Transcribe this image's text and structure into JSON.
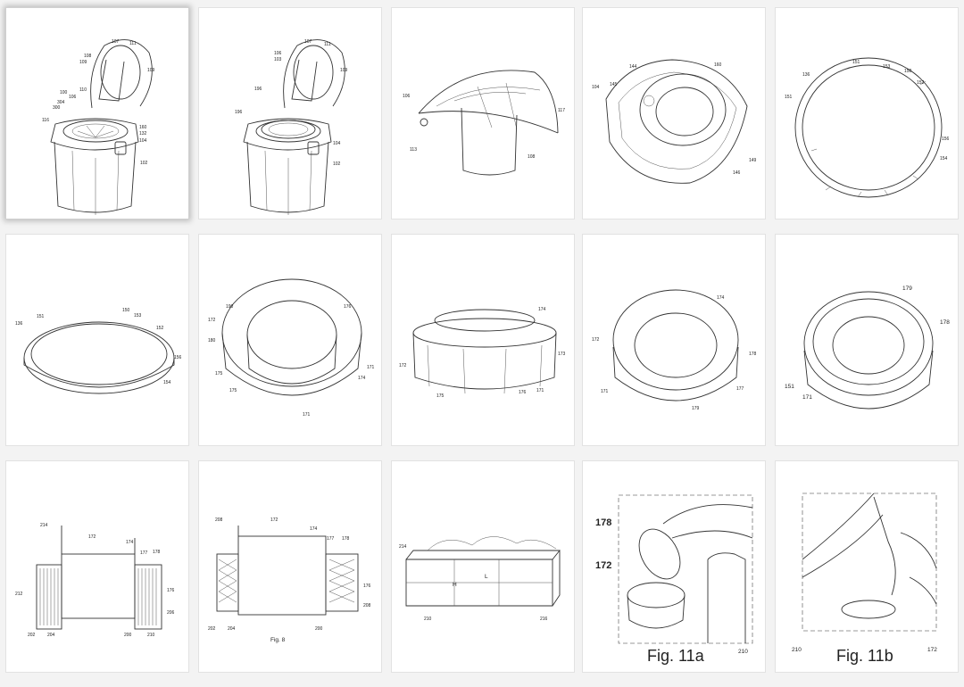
{
  "tiles": [
    {
      "id": "t1",
      "labels": [
        "107",
        "111",
        "108",
        "109",
        "109",
        "100",
        "106",
        "110",
        "304",
        "300",
        "116",
        "160",
        "132",
        "104",
        "102"
      ]
    },
    {
      "id": "t2",
      "labels": [
        "107",
        "111",
        "106",
        "103",
        "109",
        "196",
        "196",
        "104",
        "102"
      ]
    },
    {
      "id": "t3",
      "labels": [
        "106",
        "117",
        "113",
        "108"
      ]
    },
    {
      "id": "t4",
      "labels": [
        "144",
        "160",
        "104",
        "145",
        "149",
        "146"
      ]
    },
    {
      "id": "t5",
      "labels": [
        "136",
        "151",
        "153",
        "150",
        "152",
        "151",
        "156",
        "154"
      ]
    },
    {
      "id": "t6",
      "labels": [
        "136",
        "151",
        "150",
        "153",
        "152",
        "156",
        "154"
      ]
    },
    {
      "id": "t7",
      "labels": [
        "190",
        "176",
        "172",
        "180",
        "175",
        "171",
        "175",
        "174",
        "171"
      ]
    },
    {
      "id": "t8",
      "labels": [
        "174",
        "172",
        "173",
        "175",
        "176",
        "171"
      ]
    },
    {
      "id": "t9",
      "labels": [
        "174",
        "172",
        "178",
        "171",
        "177",
        "179"
      ]
    },
    {
      "id": "t10",
      "labels": [
        "179",
        "178",
        "151",
        "171"
      ]
    },
    {
      "id": "t11",
      "labels": [
        "214",
        "172",
        "174",
        "177",
        "178",
        "212",
        "176",
        "206",
        "202",
        "204",
        "200",
        "210"
      ]
    },
    {
      "id": "t12",
      "labels": [
        "208",
        "172",
        "174",
        "177",
        "178",
        "176",
        "208",
        "202",
        "204",
        "200"
      ],
      "caption": "Fig. 8"
    },
    {
      "id": "t13",
      "labels": [
        "214",
        "L",
        "H",
        "210",
        "216"
      ]
    },
    {
      "id": "t14",
      "labels": [
        "178",
        "172",
        "210"
      ],
      "caption": "Fig. 11a"
    },
    {
      "id": "t15",
      "labels": [
        "210",
        "172"
      ],
      "caption": "Fig. 11b"
    }
  ]
}
